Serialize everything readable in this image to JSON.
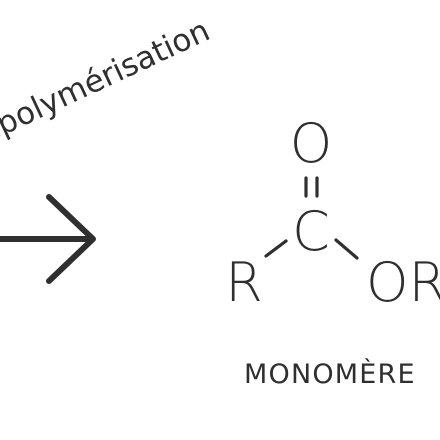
{
  "diagram": {
    "process_label": "épolymérisation",
    "caption": "MONOMÈRE",
    "molecule": {
      "atoms": {
        "carbonyl_oxygen": "O",
        "carbon": "C",
        "r_group": "R",
        "ester_group": "OR"
      }
    },
    "colors": {
      "ink": "#2f2f2f",
      "background": "#ffffff"
    }
  }
}
